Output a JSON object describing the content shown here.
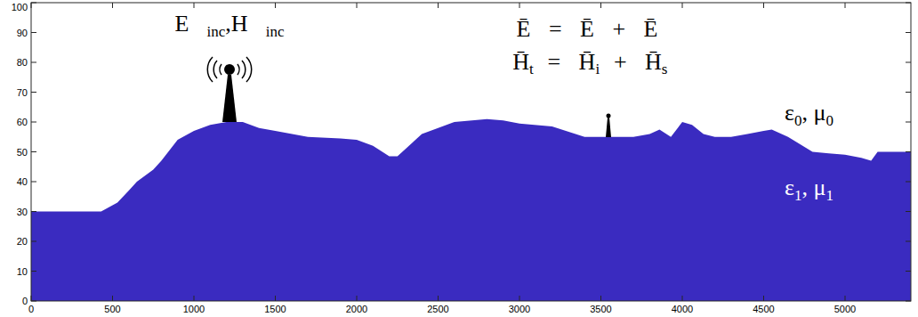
{
  "diagram": {
    "labels": [
      "0",
      "10",
      "20",
      "30",
      "40",
      "50",
      "60",
      "70",
      "80",
      "90",
      "100",
      "0",
      "500",
      "1000",
      "1500",
      "2000",
      "2500",
      "3000",
      "3500",
      "4000",
      "4500",
      "5000",
      "E⃗",
      "inc",
      ",",
      "H⃗",
      "inc",
      "Ē = Ē + Ē",
      "t",
      "i",
      "s",
      "H̄ = H̄ + H̄",
      "t",
      "i",
      "s",
      "ε",
      "0",
      ", μ",
      "0",
      "ε",
      "1",
      ", μ",
      "1"
    ]
  }
}
